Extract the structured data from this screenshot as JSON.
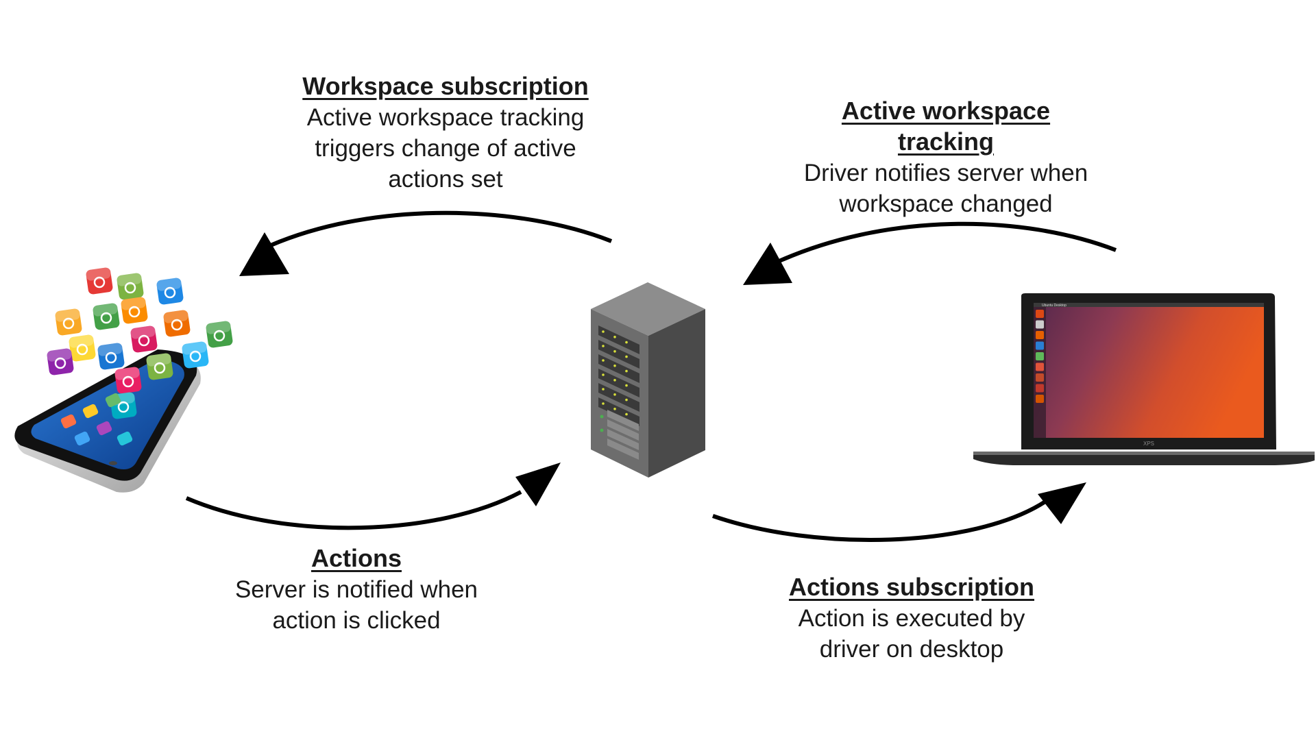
{
  "labels": {
    "workspace_subscription": {
      "title": "Workspace subscription",
      "lines": [
        "Active workspace tracking",
        "triggers change of active",
        "actions set"
      ]
    },
    "active_workspace_tracking": {
      "title": "Active workspace tracking",
      "lines": [
        "Driver notifies server when",
        "workspace changed"
      ]
    },
    "actions": {
      "title": "Actions",
      "lines": [
        "Server is notified when",
        "action is clicked"
      ]
    },
    "actions_subscription": {
      "title": "Actions subscription",
      "lines": [
        "Action is executed by",
        "driver on desktop"
      ]
    }
  },
  "laptop": {
    "brand": "XPS",
    "window_title": "Ubuntu Desktop"
  },
  "phone_app_icons": [
    "info-icon",
    "grid-icon",
    "font-icon",
    "rss-icon",
    "check-icon",
    "settings-icon",
    "search-icon",
    "unlock-icon",
    "share-icon",
    "mail-icon",
    "globe-icon",
    "percent-icon",
    "lock-icon",
    "music-icon",
    "cart-icon",
    "camera-icon"
  ],
  "colors": {
    "arrow": "#000000",
    "server_front": "#707070",
    "server_side": "#4a4a4a",
    "server_top": "#8c8c8c",
    "server_led": "#d8e03a",
    "desktop_bg_start": "#5b2a4e",
    "desktop_bg_end": "#e9541e"
  }
}
